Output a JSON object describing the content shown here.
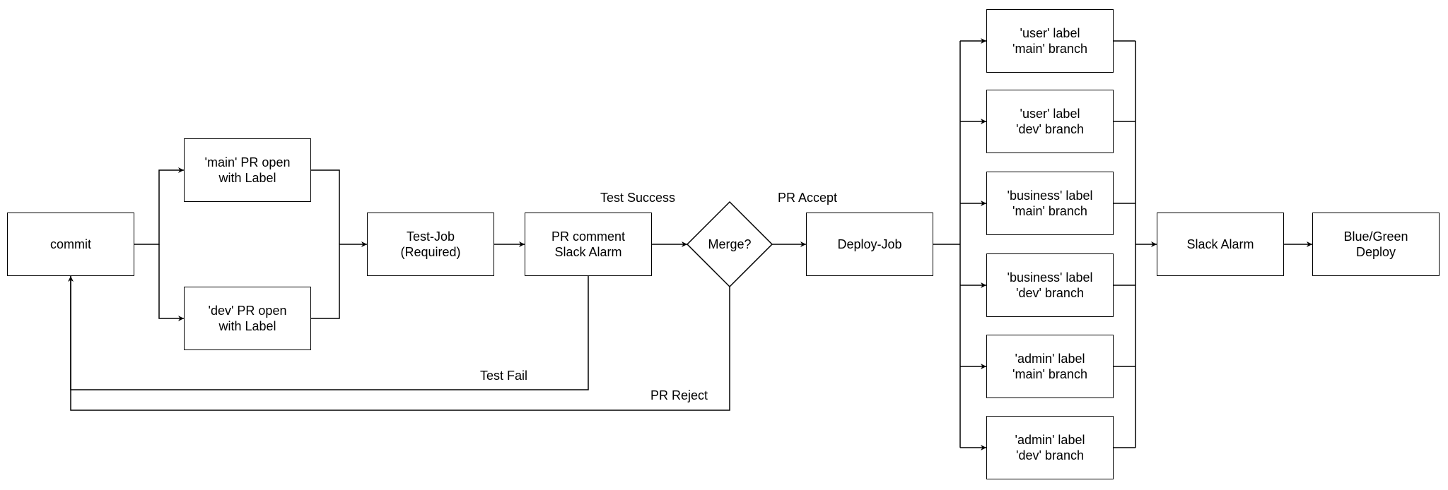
{
  "nodes": {
    "commit": {
      "line1": "commit",
      "line2": ""
    },
    "main_pr": {
      "line1": "'main' PR open",
      "line2": "with Label"
    },
    "dev_pr": {
      "line1": "'dev' PR open",
      "line2": "with Label"
    },
    "test_job": {
      "line1": "Test-Job",
      "line2": "(Required)"
    },
    "pr_comment": {
      "line1": "PR comment",
      "line2": "Slack Alarm"
    },
    "merge": {
      "line1": "Merge?"
    },
    "deploy_job": {
      "line1": "Deploy-Job",
      "line2": ""
    },
    "user_main": {
      "line1": "'user' label",
      "line2": "'main' branch"
    },
    "user_dev": {
      "line1": "'user' label",
      "line2": "'dev' branch"
    },
    "business_main": {
      "line1": "'business' label",
      "line2": "'main' branch"
    },
    "business_dev": {
      "line1": "'business' label",
      "line2": "'dev' branch"
    },
    "admin_main": {
      "line1": "'admin' label",
      "line2": "'main' branch"
    },
    "admin_dev": {
      "line1": "'admin' label",
      "line2": "'dev' branch"
    },
    "slack_alarm": {
      "line1": "Slack Alarm",
      "line2": ""
    },
    "bluegreen": {
      "line1": "Blue/Green",
      "line2": "Deploy"
    }
  },
  "edge_labels": {
    "test_success": "Test Success",
    "pr_accept": "PR Accept",
    "test_fail": "Test Fail",
    "pr_reject": "PR Reject"
  }
}
